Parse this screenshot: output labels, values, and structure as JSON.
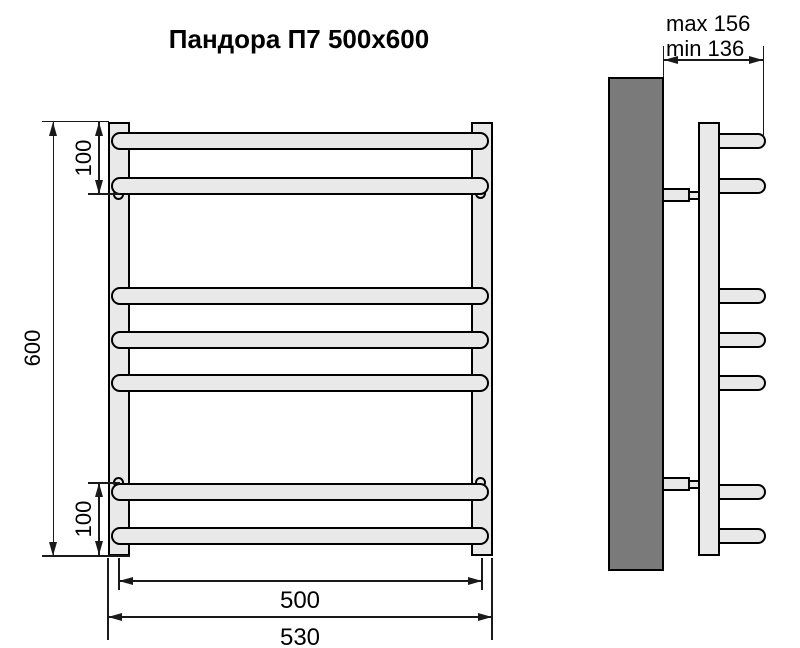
{
  "title": "Пандора П7 500x600",
  "front_view": {
    "height_label": "600",
    "top_offset_label": "100",
    "bottom_offset_label": "100",
    "axis_width_label": "500",
    "overall_width_label": "530"
  },
  "side_view": {
    "max_depth_label": "max 156",
    "min_depth_label": "min 136"
  },
  "colors": {
    "outline": "#000000",
    "tube_fill": "#e9e9e9",
    "wall_fill": "#7a7a7a",
    "background": "#ffffff"
  }
}
